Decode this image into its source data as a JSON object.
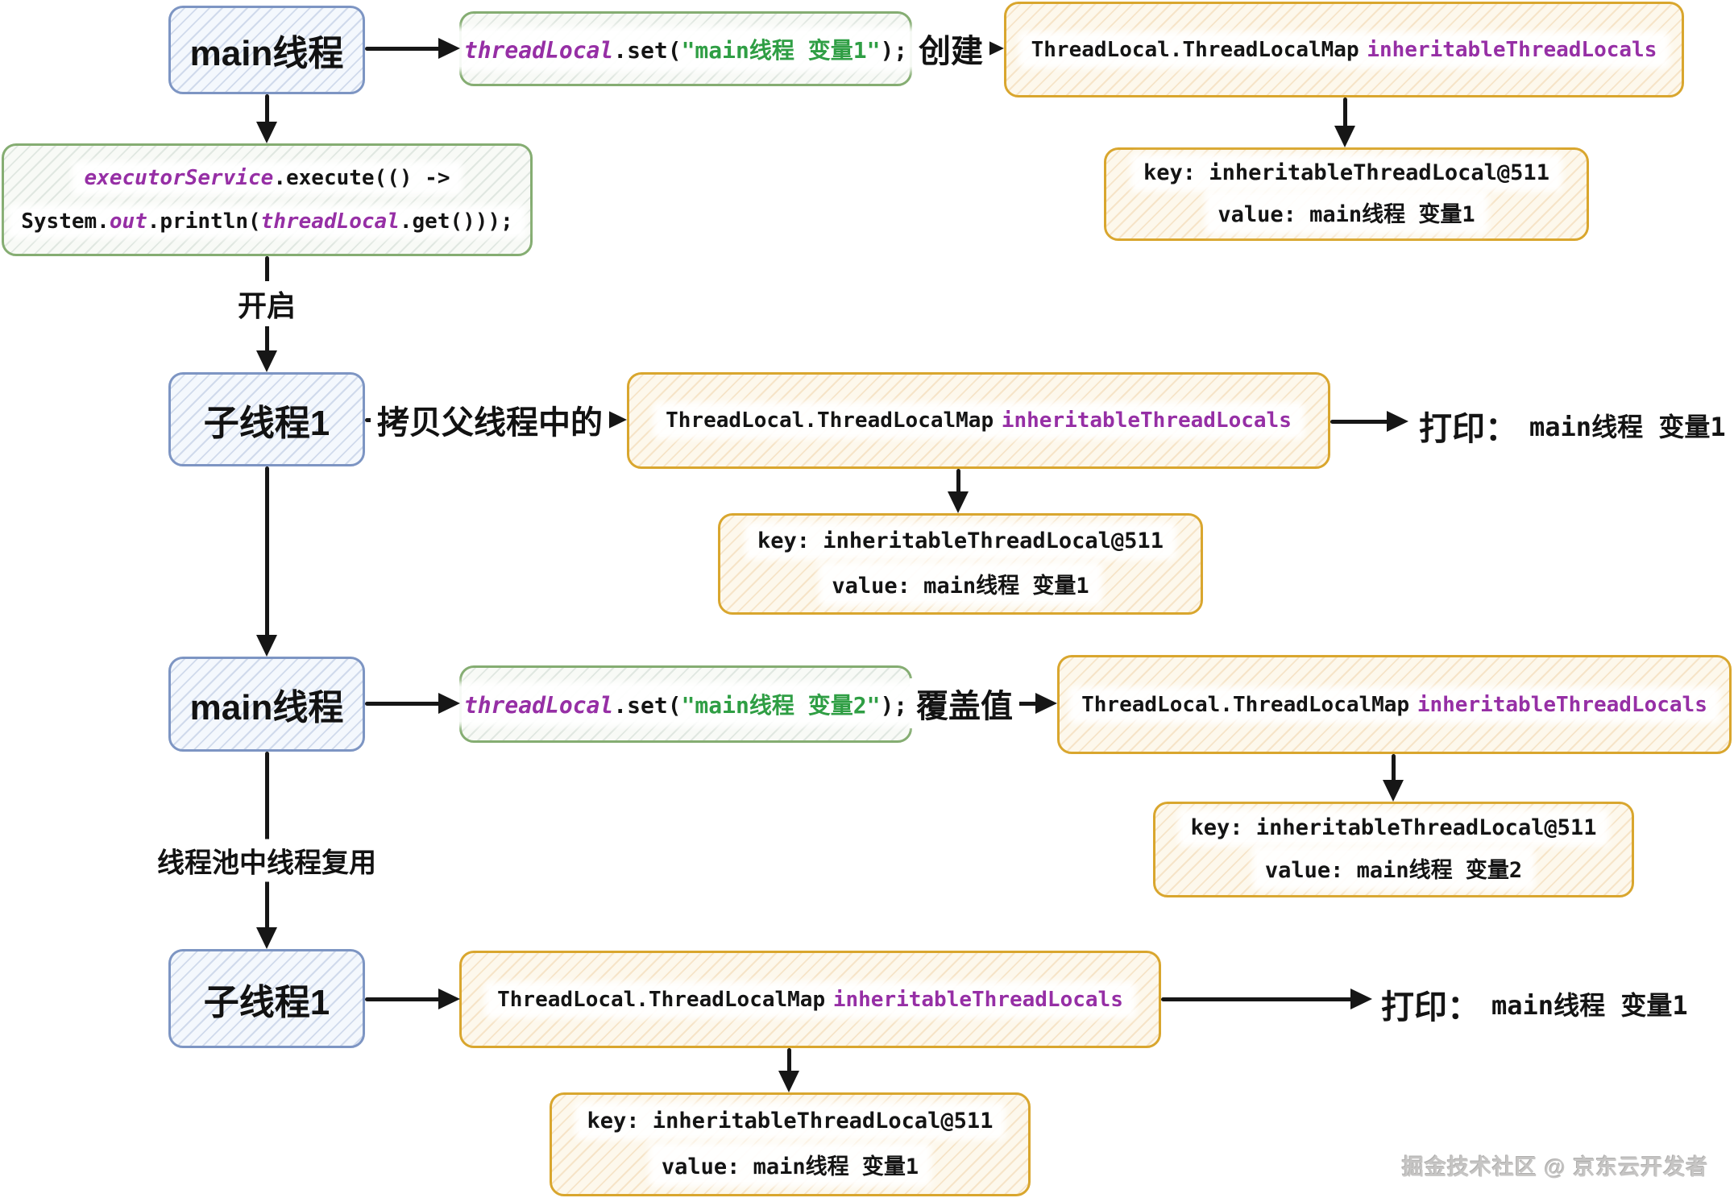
{
  "nodes": {
    "main1": "main线程",
    "child1": "子线程1",
    "main2": "main线程",
    "child2": "子线程1"
  },
  "code": {
    "set1": {
      "ident": "threadLocal",
      "call": ".set(",
      "string": "\"main线程 变量1\"",
      "close": ");"
    },
    "set2": {
      "ident": "threadLocal",
      "call": ".set(",
      "string": "\"main线程 变量2\"",
      "close": ");"
    },
    "exec": {
      "line1_ident": "executorService",
      "line1_rest": ".execute(() ->",
      "line2_p1": "System.",
      "line2_out": "out",
      "line2_p2": ".println(",
      "line2_ident": "threadLocal",
      "line2_p3": ".get()));"
    }
  },
  "maps": {
    "class_text": "ThreadLocal.ThreadLocalMap",
    "field_text": "inheritableThreadLocals"
  },
  "kv": {
    "box1": {
      "key": "key: inheritableThreadLocal@511",
      "value": "value: main线程 变量1"
    },
    "box2": {
      "key": "key: inheritableThreadLocal@511",
      "value": "value: main线程 变量1"
    },
    "box3": {
      "key": "key: inheritableThreadLocal@511",
      "value": "value: main线程 变量2"
    },
    "box4": {
      "key": "key: inheritableThreadLocal@511",
      "value": "value: main线程 变量1"
    }
  },
  "edges": {
    "create": "创建",
    "start": "开启",
    "copy_parent": "拷贝父线程中的",
    "override": "覆盖值",
    "reuse": "线程池中线程复用"
  },
  "prints": {
    "label": "打印：",
    "result1": "main线程 变量1",
    "result2": "main线程 变量1"
  },
  "watermark": "掘金技术社区 @ 京东云开发者",
  "colors": {
    "blue_border": "#7d95c3",
    "green_border": "#85ad72",
    "gold_border": "#d9a62e",
    "purple_code": "#962fa5",
    "green_string": "#2f9e44",
    "arrow": "#161616",
    "text": "#141414"
  }
}
